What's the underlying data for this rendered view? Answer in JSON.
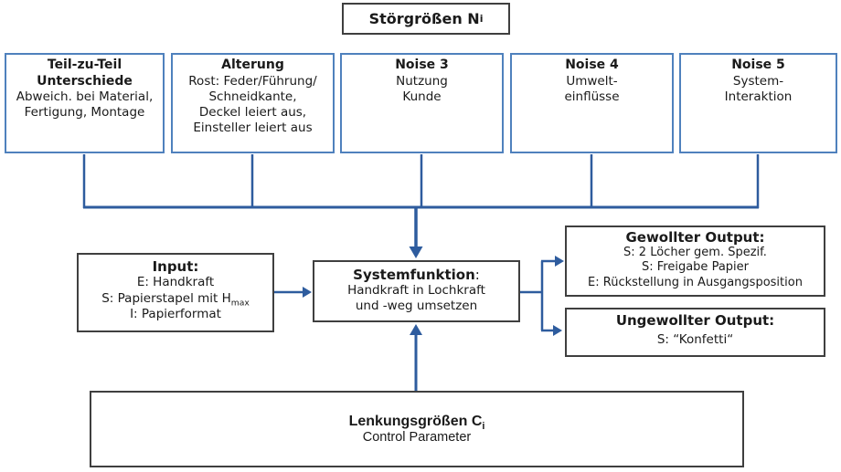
{
  "title": {
    "main": "Störgrößen N",
    "sub": "i"
  },
  "noise_boxes": [
    {
      "heading": "Teil-zu-Teil\nUnterschiede",
      "body": "Abweich. bei Material,\nFertigung, Montage"
    },
    {
      "heading": "Alterung",
      "body": "Rost: Feder/Führung/\nSchneidkante,\nDeckel leiert aus,\nEinsteller leiert aus"
    },
    {
      "heading": "Noise 3",
      "body": "Nutzung\nKunde"
    },
    {
      "heading": "Noise 4",
      "body": "Umwelt-\neinflüsse"
    },
    {
      "heading": "Noise 5",
      "body": "System-\nInteraktion"
    }
  ],
  "input_box": {
    "heading": "Input:",
    "line1": "E: Handkraft",
    "line2_main": "S: Papierstapel mit H",
    "line2_sub": "max",
    "line3": "I: Papierformat"
  },
  "system_box": {
    "heading": "Systemfunktion",
    "heading_colon": ":",
    "body": "Handkraft in Lochkraft\nund -weg umsetzen"
  },
  "wanted_output_box": {
    "heading": "Gewollter Output:",
    "body": "S: 2 Löcher gem. Spezif.\nS: Freigabe Papier\nE: Rückstellung in Ausgangsposition"
  },
  "unwanted_output_box": {
    "heading": "Ungewollter Output:",
    "body": "S: “Konfetti“"
  },
  "control_box": {
    "heading_main": "Lenkungsgrößen C",
    "heading_sub": "i",
    "body": "Control Parameter"
  },
  "colors": {
    "noise_border": "#4f81bd",
    "connector": "#2e5c9e",
    "dark_border": "#3f3f3f"
  }
}
